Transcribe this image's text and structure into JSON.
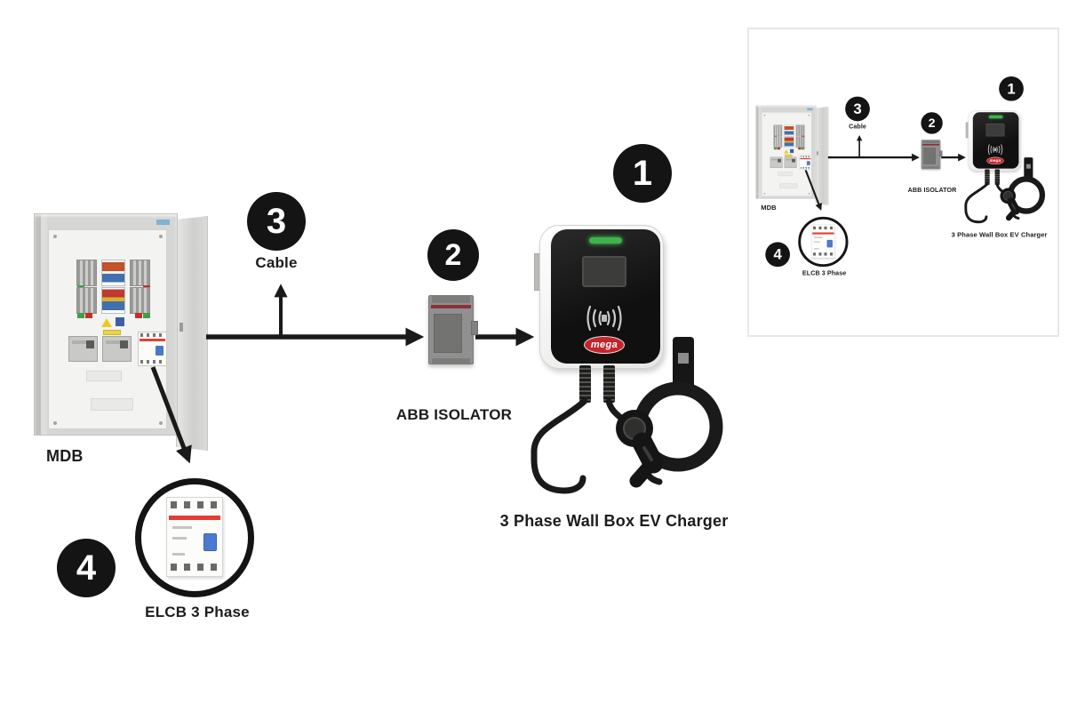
{
  "labels": {
    "mdb": "MDB",
    "cable": "Cable",
    "isolator": "ABB ISOLATOR",
    "charger": "3 Phase Wall Box EV Charger",
    "elcb": "ELCB 3 Phase"
  },
  "badges": {
    "charger": "1",
    "isolator": "2",
    "cable": "3",
    "elcb": "4"
  },
  "charger": {
    "brand_logo": "mega"
  },
  "icons": {
    "rfid": "rfid-contactless-icon"
  },
  "colors": {
    "badge_bg": "#141414",
    "badge_text": "#ffffff",
    "led_green": "#3db44c",
    "logo_red": "#c4252b",
    "arrow_line": "#1a1a1a",
    "phase_red": "#c03a2e",
    "phase_yellow": "#d9b32e",
    "phase_blue": "#4070ae",
    "elcb_stripe_red": "#e43c34",
    "elcb_toggle_blue": "#4a7ad0",
    "cabinet_grey": "#d6d6d4",
    "isolator_grey": "#909090",
    "inset_border": "#e7e7e7"
  }
}
